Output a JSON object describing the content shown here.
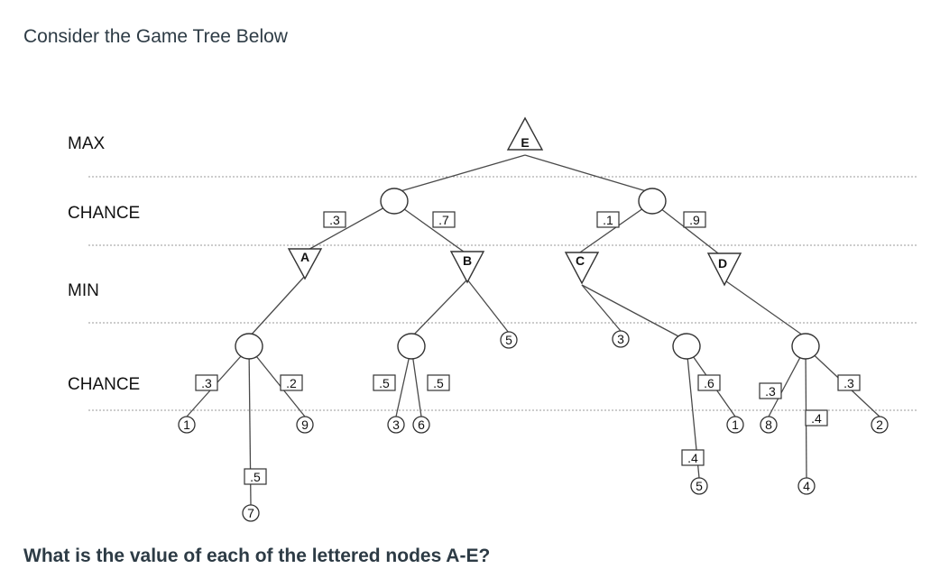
{
  "heading": "Consider the Game Tree Below",
  "question": "What is the value of each of the lettered nodes A-E?",
  "levels": [
    "MAX",
    "CHANCE",
    "MIN",
    "CHANCE"
  ],
  "tree": {
    "root": "E",
    "chance_nodes": [
      {
        "id": "chanceL",
        "probs": [
          ".3",
          ".7"
        ],
        "children": [
          "A",
          "B"
        ]
      },
      {
        "id": "chanceR",
        "probs": [
          ".1",
          ".9"
        ],
        "children": [
          "C",
          "D"
        ]
      }
    ],
    "min_nodes": [
      {
        "id": "A",
        "children": [
          "chanceA"
        ]
      },
      {
        "id": "B",
        "children": [
          "chanceB",
          "5"
        ]
      },
      {
        "id": "C",
        "children": [
          "3",
          "chanceC"
        ]
      },
      {
        "id": "D",
        "children": [
          "chanceD"
        ]
      }
    ],
    "bottom_chance": [
      {
        "id": "chanceA",
        "probs": [
          ".3",
          ".5",
          ".2"
        ],
        "leaves": [
          "1",
          "7",
          "9"
        ]
      },
      {
        "id": "chanceB",
        "probs": [
          ".5",
          ".5"
        ],
        "leaves": [
          "3",
          "6"
        ]
      },
      {
        "id": "chanceC",
        "probs": [
          ".6",
          ".4"
        ],
        "leaves": [
          "1",
          "5"
        ]
      },
      {
        "id": "chanceD",
        "probs": [
          ".3",
          ".4",
          ".3"
        ],
        "leaves": [
          "8",
          "4",
          "2"
        ]
      }
    ],
    "leaf_5_under_B": "5",
    "leaf_3_under_C": "3"
  }
}
